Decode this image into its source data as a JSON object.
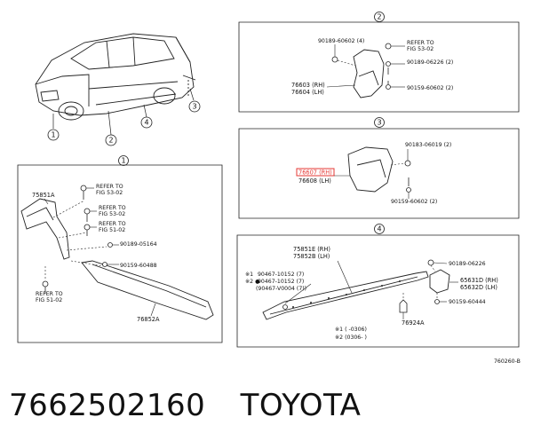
{
  "figure_code": "760260-B",
  "caption": {
    "part_number": "7662502160",
    "brand": "TOYOTA"
  },
  "callouts": [
    "1",
    "2",
    "3",
    "4"
  ],
  "panel1": {
    "title": "1",
    "labels": {
      "p75851A": "75851A",
      "ref1a": "REFER TO",
      "ref1b": "FIG 53-02",
      "ref2a": "REFER TO",
      "ref2b": "FIG 53-02",
      "ref3a": "REFER TO",
      "ref3b": "FIG 51-02",
      "p90189": "90189-05164",
      "p90159": "90159-60488",
      "ref4a": "REFER TO",
      "ref4b": "FIG 51-02",
      "p76852A": "76852A"
    }
  },
  "panel2": {
    "title": "2",
    "labels": {
      "p90189a": "90189-60602 (4)",
      "refA": "REFER TO",
      "refB": "FIG 53-02",
      "p90189b": "90189-06226 (2)",
      "p76603": "76603 (RH)",
      "p76604": "76604 (LH)",
      "p90159": "90159-60602 (2)"
    }
  },
  "panel3": {
    "title": "3",
    "labels": {
      "p90183": "90183-06019 (2)",
      "p76607": "76607 (RH)",
      "p76608": "76608 (LH)",
      "p90159": "90159-60602 (2)"
    }
  },
  "panel4": {
    "title": "4",
    "labels": {
      "p75851E": "75851E (RH)",
      "p75852B": "75852B (LH)",
      "p90189": "90189-06226",
      "n1": "※1",
      "n2": "※2 ●",
      "c1": "90467-10152 (7)",
      "c2": "90467-10152 (7)",
      "c3": "(90467-V0004 (7))",
      "p65631": "65631D (RH)",
      "p65632": "65632D (LH)",
      "p90159": "90159-60444",
      "p76924": "76924A",
      "note1": "※1 (        -0306)",
      "note2": "※2 (0306-        )"
    }
  }
}
